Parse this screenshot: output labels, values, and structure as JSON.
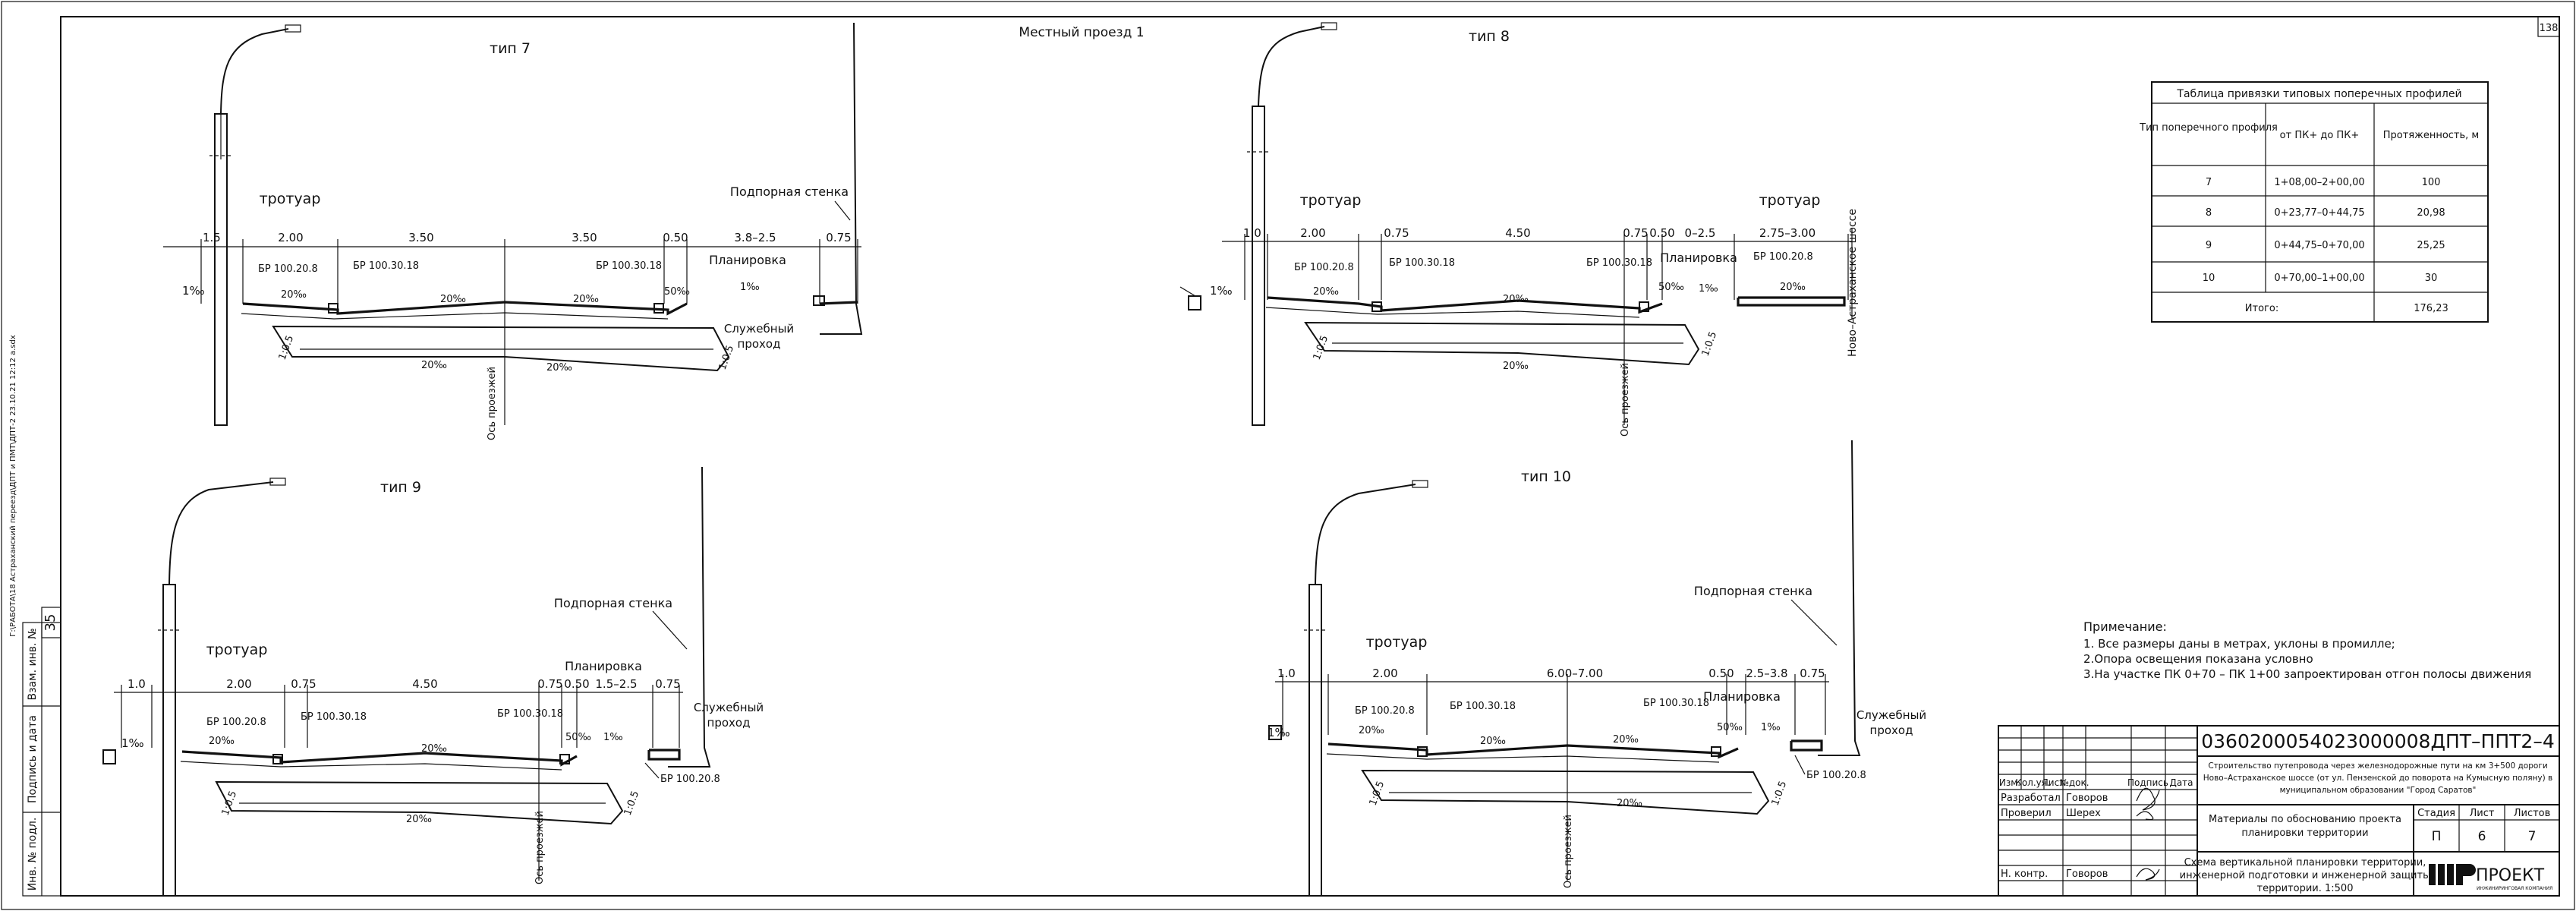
{
  "sheet_number": "138",
  "top_label": "Местный проезд 1",
  "side_stamp": {
    "vertical_text": "Г:\\РАБОТА\\18 Астраханский переезд\\ДПТ и ПМТ\\ДПТ-2 23.10.21 12:12 а.sdx",
    "inv_label": "Инв. № подл.",
    "sign_label": "Подпись и дата",
    "vzam_label": "Взам. инв. №",
    "small_box": "35"
  },
  "profiles": {
    "p7": {
      "title": "тип 7",
      "sidewalk": "тротуар",
      "retaining_wall": "Подпорная стенка",
      "grading": "Планировка",
      "service_pass_1": "Служебный",
      "service_pass_2": "проход",
      "axis": "Ось проезжей",
      "slope_left": "1‰",
      "dims": [
        "1.5",
        "2.00",
        "3.50",
        "3.50",
        "0.50",
        "3.8–2.5",
        "0.75"
      ],
      "curbs": [
        "БР 100.20.8",
        "БР 100.30.18",
        "БР 100.30.18"
      ],
      "slopes_top": [
        "20‰",
        "20‰",
        "20‰",
        "50‰",
        "1‰"
      ],
      "slopes_bottom": [
        "20‰",
        "20‰"
      ],
      "embank": [
        "1:0.5",
        "1:0.5"
      ]
    },
    "p8": {
      "title": "тип 8",
      "sidewalk_left": "тротуар",
      "sidewalk_right": "тротуар",
      "grading": "Планировка",
      "road_name": "Ново–Астраханское шоссе",
      "axis": "Ось проезжей",
      "slope_left": "1‰",
      "dims": [
        "1.0",
        "2.00",
        "0.75",
        "4.50",
        "0.75",
        "0.50",
        "0–2.5",
        "2.75–3.00"
      ],
      "curbs": [
        "БР 100.20.8",
        "БР 100.30.18",
        "БР 100.30.18",
        "БР 100.20.8"
      ],
      "slopes_top": [
        "20‰",
        "20‰",
        "50‰",
        "1‰",
        "20‰"
      ],
      "slopes_bottom": [
        "20‰"
      ],
      "embank": [
        "1:0.5",
        "1:0.5"
      ]
    },
    "p9": {
      "title": "тип 9",
      "sidewalk": "тротуар",
      "retaining_wall": "Подпорная стенка",
      "grading": "Планировка",
      "service_pass_1": "Служебный",
      "service_pass_2": "проход",
      "axis": "Ось проезжей",
      "slope_left": "1‰",
      "dims": [
        "1.0",
        "2.00",
        "0.75",
        "4.50",
        "0.75",
        "0.50",
        "1.5–2.5",
        "0.75"
      ],
      "curbs": [
        "БР 100.20.8",
        "БР 100.30.18",
        "БР 100.30.18",
        "БР 100.20.8"
      ],
      "slopes_top": [
        "20‰",
        "20‰",
        "50‰",
        "1‰"
      ],
      "slopes_bottom": [
        "20‰"
      ],
      "embank": [
        "1:0.5",
        "1:0.5"
      ]
    },
    "p10": {
      "title": "тип 10",
      "sidewalk": "тротуар",
      "retaining_wall": "Подпорная стенка",
      "grading": "Планировка",
      "service_pass_1": "Служебный",
      "service_pass_2": "проход",
      "axis": "Ось проезжей",
      "slope_left": "1‰",
      "dims": [
        "1.0",
        "2.00",
        "6.00–7.00",
        "0.50",
        "2.5–3.8",
        "0.75"
      ],
      "curbs": [
        "БР 100.20.8",
        "БР 100.30.18",
        "БР 100.30.18",
        "БР 100.20.8"
      ],
      "slopes_top": [
        "20‰",
        "20‰",
        "20‰",
        "50‰",
        "1‰"
      ],
      "slopes_bottom": [
        "20‰"
      ],
      "embank": [
        "1:0.5",
        "1:0.5"
      ]
    }
  },
  "profile_table": {
    "title": "Таблица привязки типовых поперечных профилей",
    "headers": [
      "Тип поперечного профиля",
      "от ПК+ до ПК+",
      "Протяженность, м"
    ],
    "rows": [
      [
        "7",
        "1+08,00–2+00,00",
        "100"
      ],
      [
        "8",
        "0+23,77–0+44,75",
        "20,98"
      ],
      [
        "9",
        "0+44,75–0+70,00",
        "25,25"
      ],
      [
        "10",
        "0+70,00–1+00,00",
        "30"
      ]
    ],
    "total_label": "Итого:",
    "total_value": "176,23"
  },
  "notes": {
    "title": "Примечание:",
    "items": [
      "1. Все размеры даны в метрах, уклоны в промилле;",
      "2.Опора освещения показана условно",
      "3.На участке ПК 0+70 – ПК 1+00 запроектирован отгон полосы движения"
    ]
  },
  "title_block": {
    "doc_code": "0360200054023000008ДПТ–ППТ2–4",
    "project_lines": [
      "Строительство путепровода через железнодорожные пути на км 3+500 дороги",
      "Ново–Астраханское шоссе (от ул. Пензенской до поворота на Кумысную поляну) в",
      "муниципальном образовании \"Город Саратов\""
    ],
    "col_headers": [
      "Изм.",
      "Кол.уч.",
      "Лист",
      "№док.",
      "Подпись",
      "Дата"
    ],
    "roles": [
      "Разработал",
      "Проверил",
      "",
      "Н. контр."
    ],
    "names": [
      "Говоров",
      "Шерех",
      "",
      "Говоров"
    ],
    "section_title_lines": [
      "Материалы по обоснованию проекта",
      "планировки территории"
    ],
    "stage_headers": [
      "Стадия",
      "Лист",
      "Листов"
    ],
    "stage_values": [
      "П",
      "6",
      "7"
    ],
    "drawing_title_lines": [
      "Схема вертикальной планировки территории,",
      "инженерной подготовки и инженерной защиты",
      "территории. 1:500"
    ],
    "company": "ПРОЕКТ",
    "company_sub": "ИНЖИНИРИНГОВАЯ КОМПАНИЯ"
  }
}
